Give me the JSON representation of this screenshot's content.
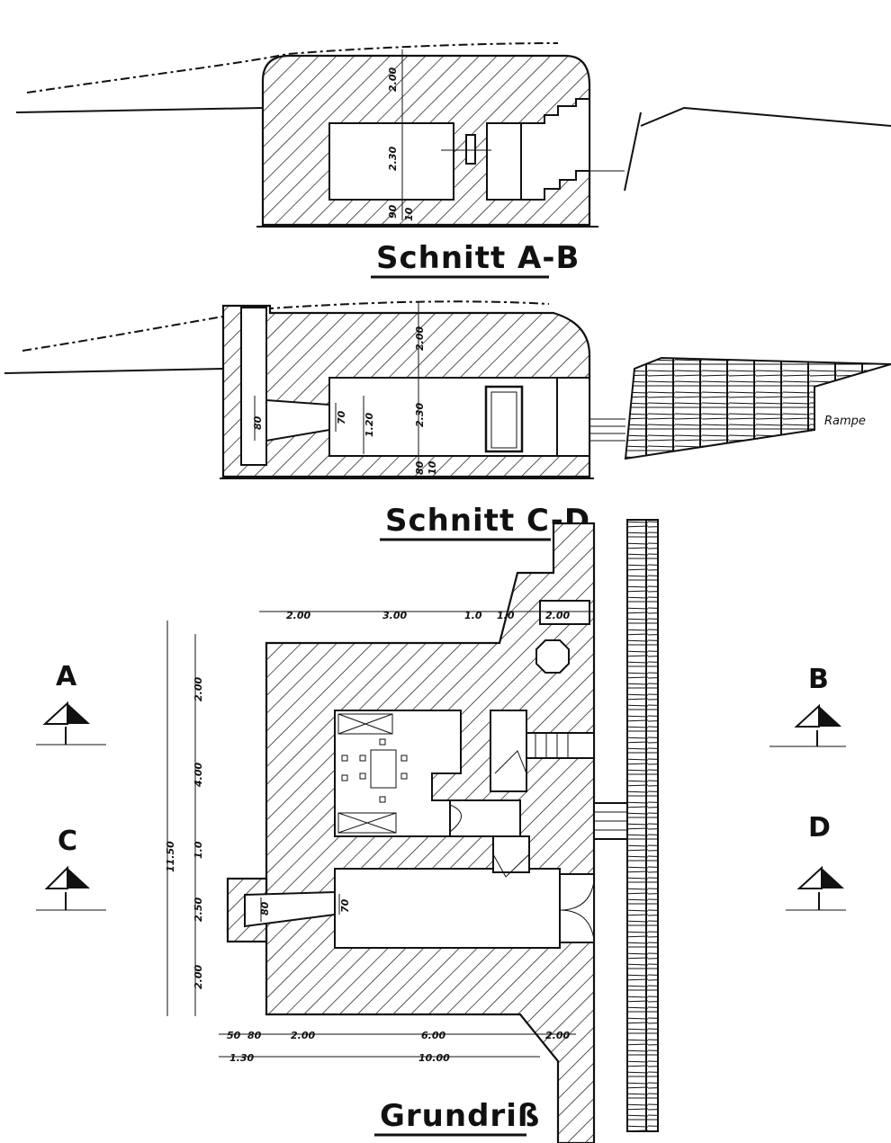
{
  "titles": {
    "section_ab": "Schnitt A-B",
    "section_cd": "Schnitt C-D",
    "plan": "Grundriß"
  },
  "section_ab_dims": {
    "roof": "2.00",
    "room_height": "2.30",
    "floor": "90",
    "floor_small": "10"
  },
  "section_cd_dims": {
    "roof": "2.00",
    "room_height": "2.30",
    "floor": "80",
    "floor_small": "10",
    "embrasure_left": "80",
    "embrasure_mid": "70",
    "embrasure_inner": "1.20"
  },
  "ramp_label": "Rampe",
  "plan_dims": {
    "top": [
      "2.00",
      "3.00",
      "1.0",
      "1.0",
      "2.00"
    ],
    "left": [
      "2.00",
      "4.00",
      "1.0",
      "2.50",
      "2.00"
    ],
    "left_total": "11.50",
    "bottom_row1": [
      "50",
      "80",
      "2.00",
      "6.00",
      "2.00"
    ],
    "bottom_row2": [
      "1.30",
      "10.00"
    ],
    "embrasure_out": "80",
    "embrasure_in": "70"
  },
  "section_marks": {
    "a": "A",
    "b": "B",
    "c": "C",
    "d": "D"
  }
}
